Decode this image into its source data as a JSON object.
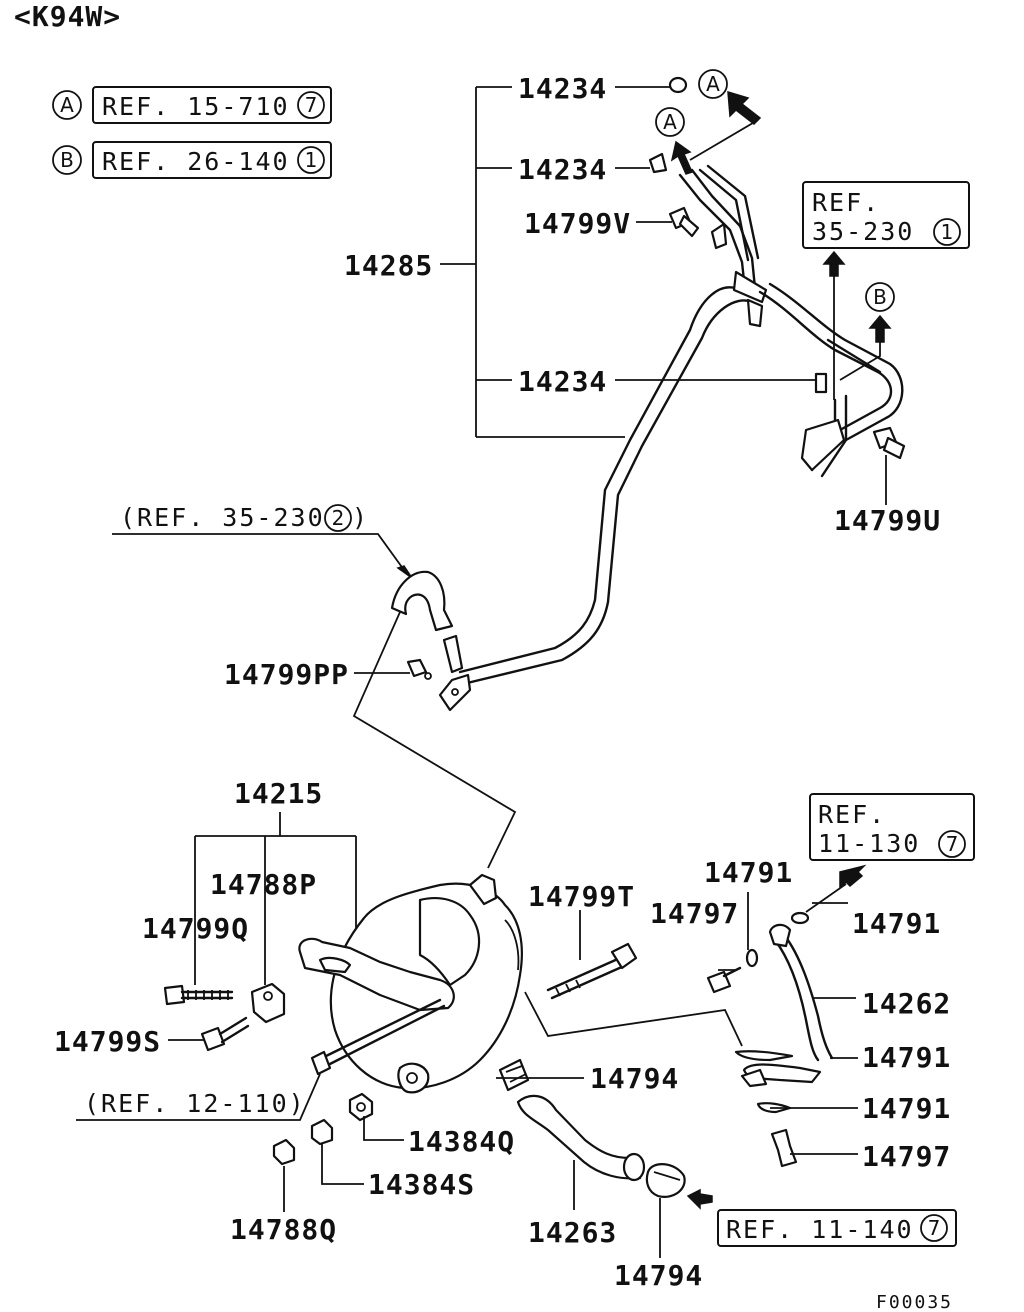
{
  "model": "<K94W>",
  "legend": [
    {
      "letter": "A",
      "ref": "REF. 15-710",
      "num": "7"
    },
    {
      "letter": "B",
      "ref": "REF. 26-140",
      "num": "1"
    }
  ],
  "references": {
    "ref_35_230_1": {
      "line1": "REF.",
      "line2": "35-230",
      "num": "1"
    },
    "ref_35_230_2": {
      "text": "(REF. 35-230",
      "num": "2",
      "close": ")"
    },
    "ref_11_130": {
      "line1": "REF.",
      "line2": "11-130",
      "num": "7"
    },
    "ref_12_110": {
      "text": "(REF. 12-110)"
    },
    "ref_11_140": {
      "text": "REF. 11-140",
      "num": "7"
    }
  },
  "markers": {
    "a1": "A",
    "a2": "A",
    "b1": "B"
  },
  "parts": {
    "p14234_a": "14234",
    "p14234_b": "14234",
    "p14234_c": "14234",
    "p14799V": "14799V",
    "p14285": "14285",
    "p14799U": "14799U",
    "p14799PP": "14799PP",
    "p14215": "14215",
    "p14788P": "14788P",
    "p14799Q": "14799Q",
    "p14799S": "14799S",
    "p14799T": "14799T",
    "p14791_a": "14791",
    "p14797_a": "14797",
    "p14791_b": "14791",
    "p14262": "14262",
    "p14791_c": "14791",
    "p14794_a": "14794",
    "p14791_d": "14791",
    "p14797_b": "14797",
    "p14384Q": "14384Q",
    "p14384S": "14384S",
    "p14788Q": "14788Q",
    "p14263": "14263",
    "p14794_b": "14794"
  },
  "figure_code": "F00035"
}
